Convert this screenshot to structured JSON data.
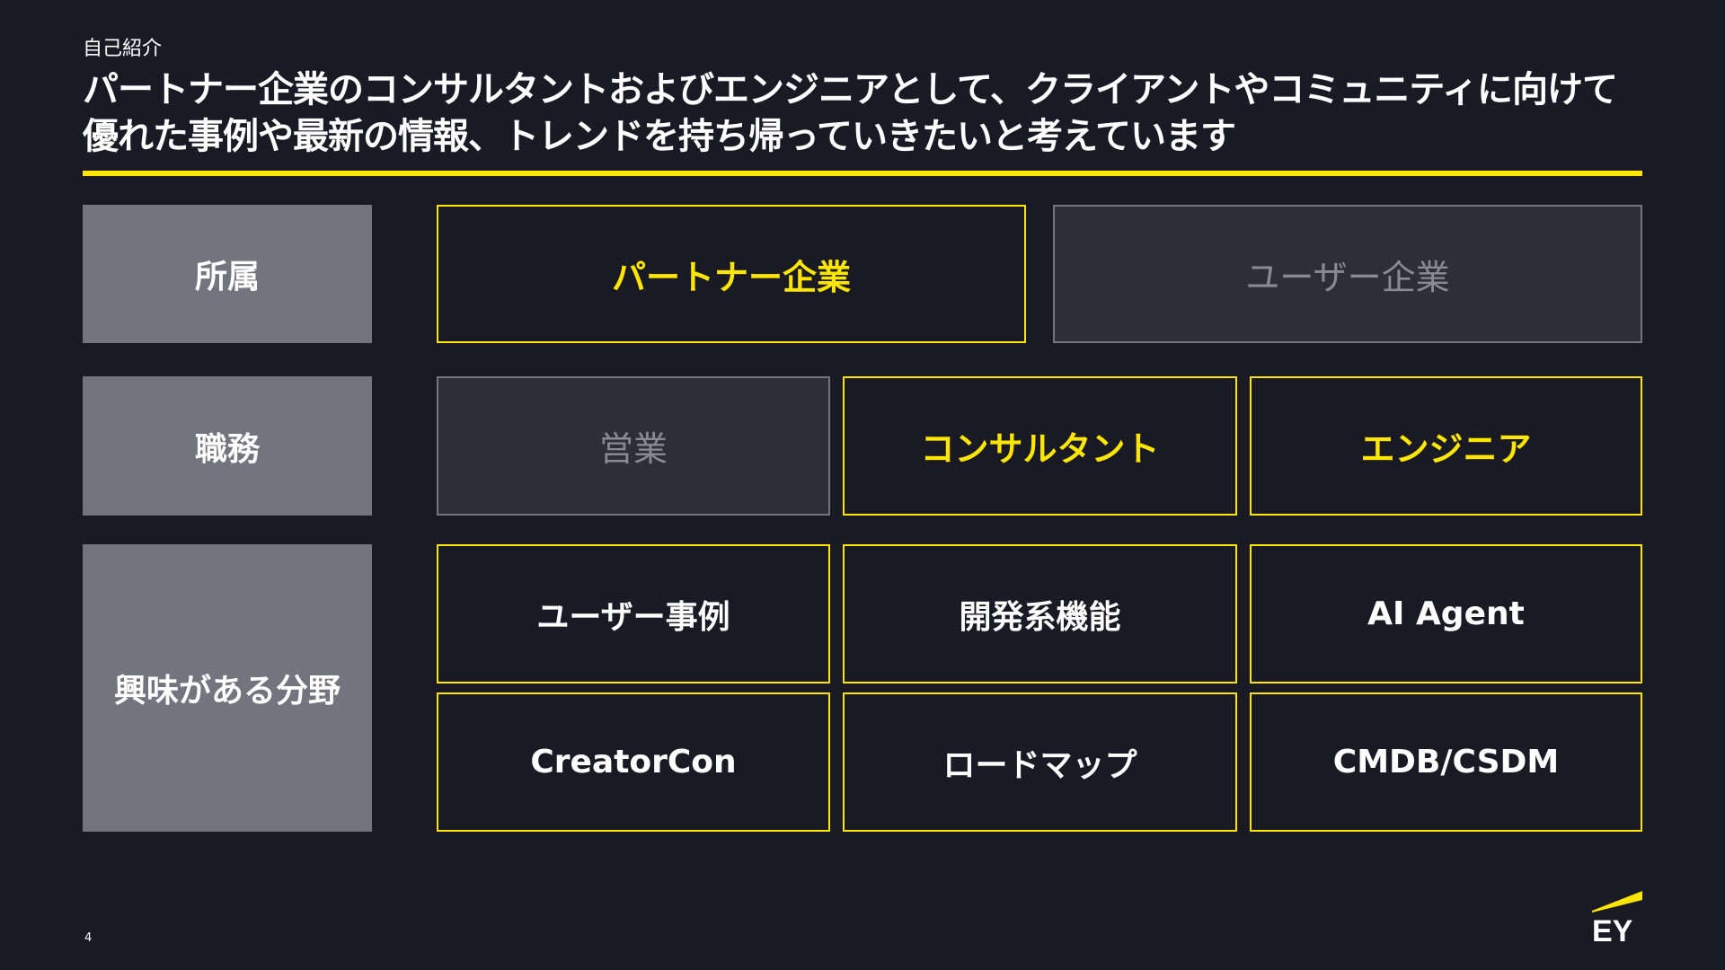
{
  "slide": {
    "section": "自己紹介",
    "title": "パートナー企業のコンサルタントおよびエンジニアとして、クライアントやコミュニティに向けて優れた事例や最新の情報、トレンドを持ち帰っていきたいと考えています",
    "page_number": "4",
    "logo_text": "EY"
  },
  "rows": {
    "affiliation": {
      "label": "所属",
      "options": [
        {
          "text": "パートナー企業",
          "active": true
        },
        {
          "text": "ユーザー企業",
          "active": false
        }
      ]
    },
    "role": {
      "label": "職務",
      "options": [
        {
          "text": "営業",
          "active": false
        },
        {
          "text": "コンサルタント",
          "active": true
        },
        {
          "text": "エンジニア",
          "active": true
        }
      ]
    },
    "interests": {
      "label": "興味がある分野",
      "items": [
        "ユーザー事例",
        "開発系機能",
        "AI Agent",
        "CreatorCon",
        "ロードマップ",
        "CMDB/CSDM"
      ]
    }
  },
  "colors": {
    "background": "#1a1a24",
    "accent": "#ffe600",
    "label_box": "#74747e",
    "inactive_box": "#2e2e38",
    "inactive_text": "#8a8a94"
  }
}
